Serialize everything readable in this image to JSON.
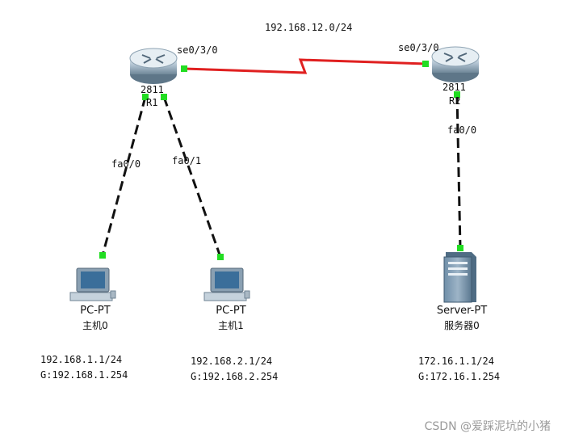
{
  "network": {
    "label": "192.168.12.0/24"
  },
  "r1": {
    "model": "2811",
    "name": "R1",
    "if_serial": "se0/3/0",
    "if_fa0": "fa0/0",
    "if_fa1": "fa0/1"
  },
  "r2": {
    "model": "2811",
    "name": "R2",
    "if_serial": "se0/3/0",
    "if_fa0": "fa0/0"
  },
  "pc0": {
    "type": "PC-PT",
    "name": "主机0",
    "ip": "192.168.1.1/24",
    "gw": "G:192.168.1.254"
  },
  "pc1": {
    "type": "PC-PT",
    "name": "主机1",
    "ip": "192.168.2.1/24",
    "gw": "G:192.168.2.254"
  },
  "server": {
    "type": "Server-PT",
    "name": "服务器0",
    "ip": "172.16.1.1/24",
    "gw": "G:172.16.1.254"
  },
  "watermark": "CSDN @爱踩泥坑的小猪",
  "colors": {
    "serial_link": "#e02020",
    "ethernet_link": "#111111",
    "port_up": "#22dd22"
  }
}
